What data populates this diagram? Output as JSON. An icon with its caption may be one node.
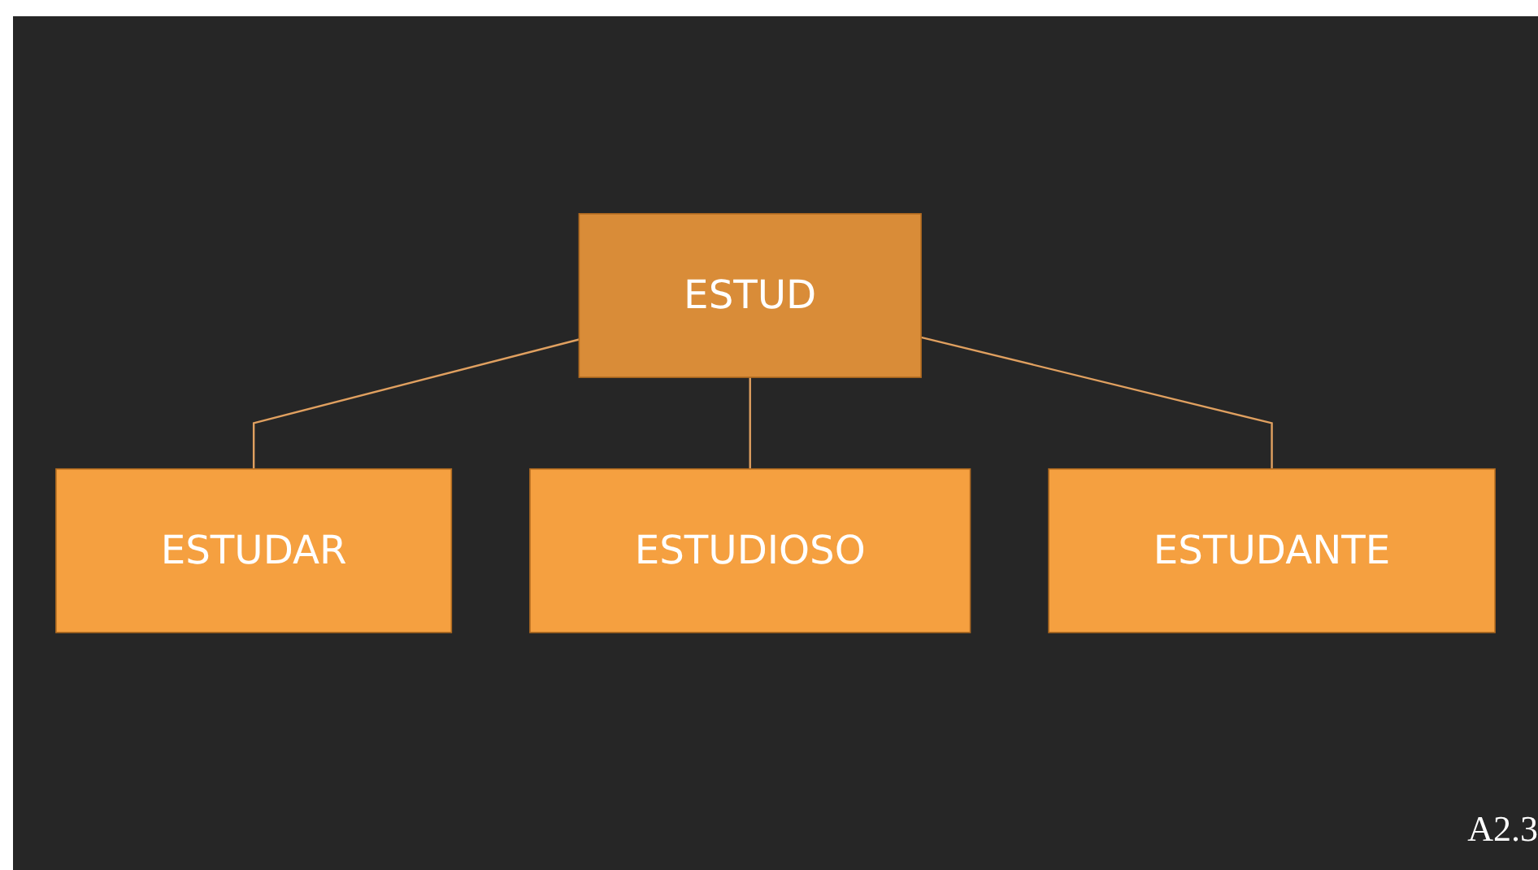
{
  "diagram": {
    "nodes": [
      {
        "text": [
          "ESTUD"
        ]
      },
      {
        "text": [
          "ESTUDAR"
        ]
      },
      {
        "text": [
          "ESTUDIOSO"
        ]
      },
      {
        "text": [
          "ESTUDANTE"
        ]
      }
    ],
    "edges": [
      {
        "from": 0,
        "to": 1,
        "arrow": "none"
      },
      {
        "from": 0,
        "to": 2,
        "arrow": "none"
      },
      {
        "from": 0,
        "to": 3,
        "arrow": "none"
      }
    ],
    "labels": [
      "A2.3"
    ]
  }
}
